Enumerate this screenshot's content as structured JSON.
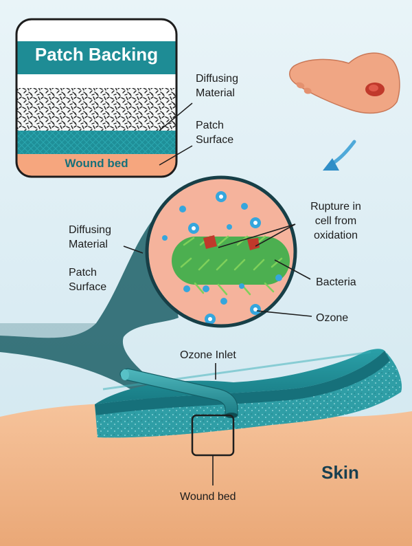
{
  "inset": {
    "title": "Patch Backing",
    "diffusing_material": "Diffusing\nMaterial",
    "patch_surface": "Patch\nSurface",
    "wound_bed": "Wound bed"
  },
  "micro": {
    "diffusing_material": "Diffusing\nMaterial",
    "patch_surface": "Patch\nSurface",
    "rupture": "Rupture in\ncell from\noxidation",
    "bacteria": "Bacteria",
    "ozone": "Ozone"
  },
  "patch": {
    "ozone_inlet": "Ozone Inlet",
    "wound_bed": "Wound bed",
    "skin": "Skin"
  },
  "colors": {
    "background": "#d9ecf4",
    "teal": "#1e8c95",
    "teal_dark": "#14606a",
    "skin": "#f3b98d",
    "tissue": "#f5b39c",
    "bacteria": "#4caf50",
    "ozone": "#35a6dd"
  }
}
